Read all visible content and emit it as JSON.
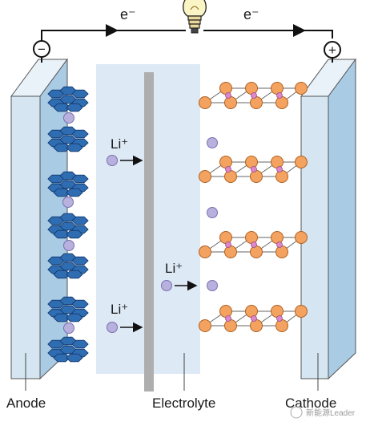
{
  "diagram": {
    "electron_left": "e⁻",
    "electron_right": "e⁻",
    "anode_terminal": "−",
    "cathode_terminal": "+",
    "ion_labels": [
      "Li⁺",
      "Li⁺",
      "Li⁺"
    ],
    "label_anode": "Anode",
    "label_electrolyte": "Electrolyte",
    "label_cathode": "Cathode",
    "watermark": "新能源Leader"
  },
  "colors": {
    "graphite": "#2f6db2",
    "graphite_edge": "#173e75",
    "lithium": "#b8b0dd",
    "lithium_edge": "#7a70b0",
    "cathode_atom": "#f4a260",
    "cathode_small_atom": "#dd88c8",
    "electrolyte": "#dde9f5",
    "separator": "#aeaeae",
    "electrode_front": "#d5e6f2",
    "electrode_side": "#a9cbe4",
    "electrode_top": "#e9f2f9"
  }
}
